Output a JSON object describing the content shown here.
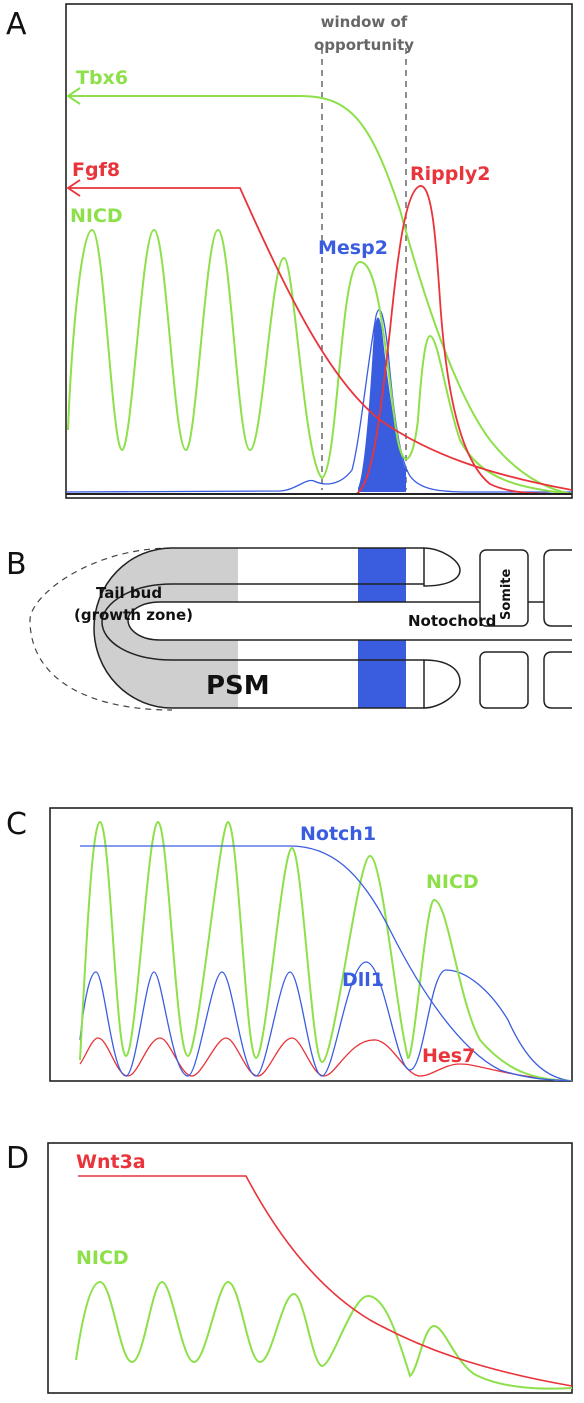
{
  "colors": {
    "green": "#8de04a",
    "red": "#e8343a",
    "blue": "#3a5de0",
    "grey": "#cfcfcf",
    "annotation": "#666666"
  },
  "panel_a": {
    "letter": "A",
    "window_label_line1": "window of",
    "window_label_line2": "opportunity",
    "labels": {
      "tbx6": "Tbx6",
      "fgf8": "Fgf8",
      "ripply2": "Ripply2",
      "nicd": "NICD",
      "mesp2": "Mesp2"
    }
  },
  "panel_b": {
    "letter": "B",
    "tail_bud_line1": "Tail bud",
    "tail_bud_line2": "(growth zone)",
    "somite": "Somite",
    "notochord": "Notochord",
    "psm": "PSM"
  },
  "panel_c": {
    "letter": "C",
    "labels": {
      "notch1": "Notch1",
      "nicd": "NICD",
      "dll1": "Dll1",
      "hes7": "Hes7"
    }
  },
  "panel_d": {
    "letter": "D",
    "labels": {
      "wnt3a": "Wnt3a",
      "nicd": "NICD"
    }
  }
}
